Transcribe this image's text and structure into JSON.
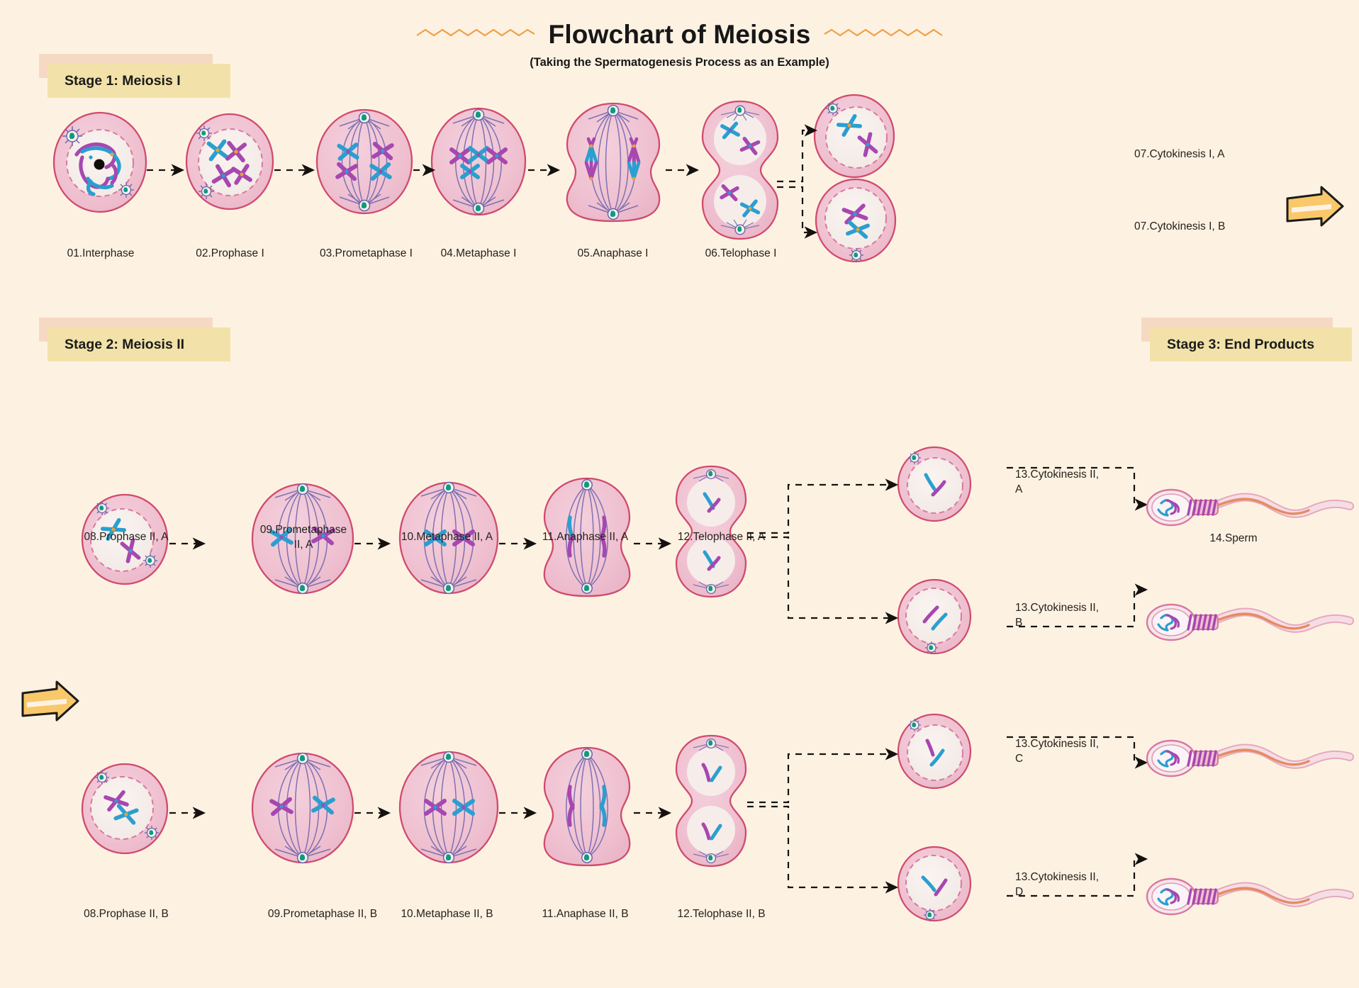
{
  "title": {
    "main": "Flowchart of Meiosis",
    "subtitle": "(Taking the Spermatogenesis Process as an Example)"
  },
  "colors": {
    "background": "#fdf2e2",
    "cell_membrane": "#d04a6e",
    "cytoplasm": "#f0c3d2",
    "nucleus_fill": "#f6eeea",
    "nucleus_border": "#d9799f",
    "chromosome_blue": "#2a9fd0",
    "chromosome_purple": "#a747b0",
    "spindle": "#6a63ad",
    "centrosome_green": "#0e9b7e",
    "stage_card_front": "#f2e2a9",
    "stage_card_back": "#f6d9c2",
    "arrow_yellow": "#f8c86a",
    "arrow_outline": "#1b1b1b",
    "squiggle": "#f0a04b",
    "text": "#26201c",
    "sperm_tail": "#e58b62"
  },
  "stages": [
    {
      "id": "stage-1",
      "label": "Stage 1: Meiosis I"
    },
    {
      "id": "stage-2",
      "label": "Stage 2: Meiosis II"
    },
    {
      "id": "stage-3",
      "label": "Stage 3: End Products"
    }
  ],
  "meiosis_i": {
    "phases": [
      {
        "id": "interphase",
        "label": "01.Interphase"
      },
      {
        "id": "prophase-i",
        "label": "02.Prophase I"
      },
      {
        "id": "prometaphase-i",
        "label": "03.Prometaphase I"
      },
      {
        "id": "metaphase-i",
        "label": "04.Metaphase I"
      },
      {
        "id": "anaphase-i",
        "label": "05.Anaphase I"
      },
      {
        "id": "telophase-i",
        "label": "06.Telophase I"
      }
    ],
    "products": [
      {
        "id": "cytokinesis-i-a",
        "label": "07.Cytokinesis I, A"
      },
      {
        "id": "cytokinesis-i-b",
        "label": "07.Cytokinesis I, B"
      }
    ]
  },
  "meiosis_ii": {
    "row_a": {
      "phases": [
        {
          "id": "prophase-ii-a",
          "label": "08.Prophase II, A"
        },
        {
          "id": "prometaphase-ii-a",
          "label": "09.Prometaphase\nII, A"
        },
        {
          "id": "metaphase-ii-a",
          "label": "10.Metaphase II, A"
        },
        {
          "id": "anaphase-ii-a",
          "label": "11.Anaphase II, A"
        },
        {
          "id": "telophase-ii-a",
          "label": "12.Telophase II, A"
        }
      ],
      "products": [
        {
          "id": "cytokinesis-ii-a",
          "label": "13.Cytokinesis II,\nA"
        },
        {
          "id": "cytokinesis-ii-b",
          "label": "13.Cytokinesis II,\nB"
        }
      ]
    },
    "row_b": {
      "phases": [
        {
          "id": "prophase-ii-b",
          "label": "08.Prophase II, B"
        },
        {
          "id": "prometaphase-ii-b",
          "label": "09.Prometaphase II, B"
        },
        {
          "id": "metaphase-ii-b",
          "label": "10.Metaphase II, B"
        },
        {
          "id": "anaphase-ii-b",
          "label": "11.Anaphase II, B"
        },
        {
          "id": "telophase-ii-b",
          "label": "12.Telophase II, B"
        }
      ],
      "products": [
        {
          "id": "cytokinesis-ii-c",
          "label": "13.Cytokinesis II,\nC"
        },
        {
          "id": "cytokinesis-ii-d",
          "label": "13.Cytokinesis II,\nD"
        }
      ]
    }
  },
  "end_products": {
    "sperm_label": "14.Sperm",
    "count": 4
  }
}
